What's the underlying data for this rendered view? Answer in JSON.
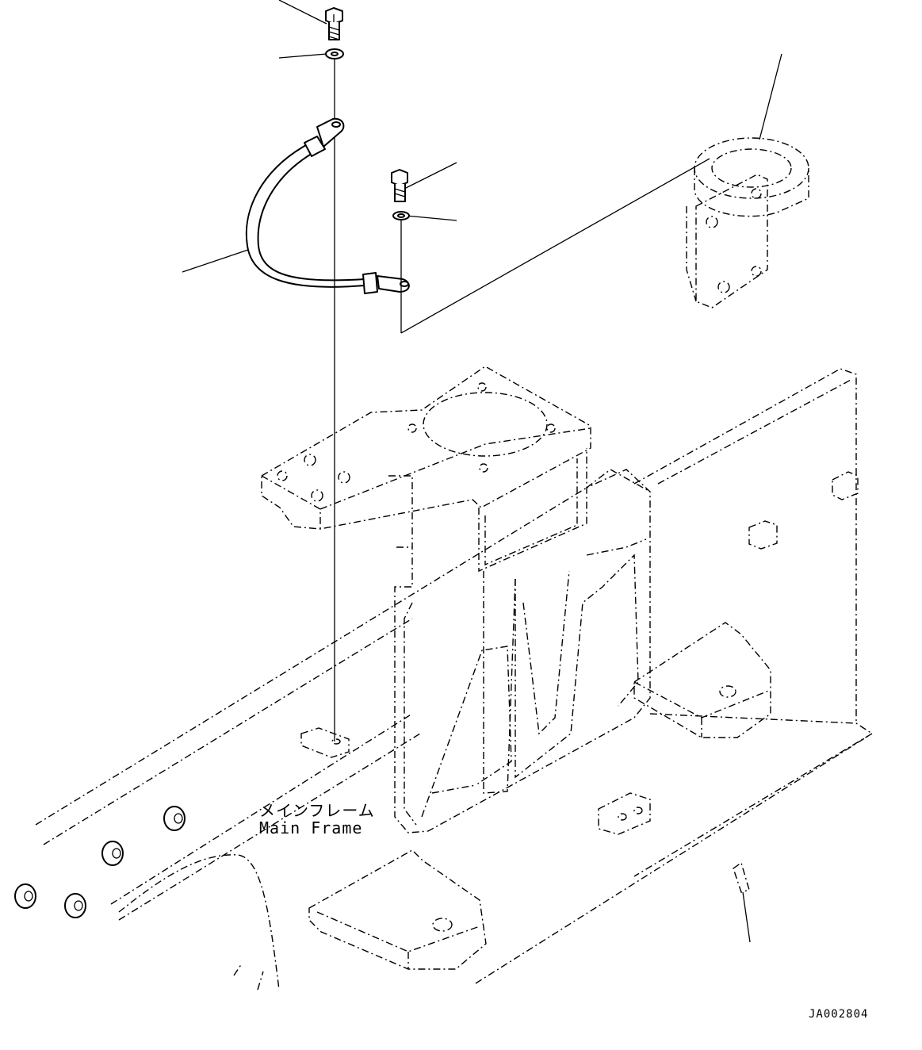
{
  "diagram": {
    "label_japanese": "メインフレーム",
    "label_english": "Main Frame",
    "drawing_code": "JA002804"
  }
}
